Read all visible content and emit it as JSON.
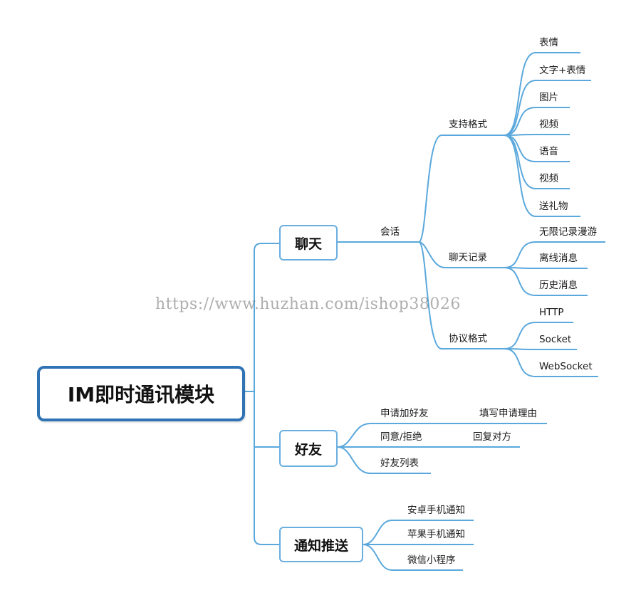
{
  "root": "IM即时通讯模块",
  "watermark": "https://www.huzhan.com/ishop38026",
  "nodes": {
    "chat": "聊天",
    "session": "会话",
    "formats": "支持格式",
    "f_emoji": "表情",
    "f_text_emoji": "文字+表情",
    "f_image": "图片",
    "f_video1": "视频",
    "f_voice": "语音",
    "f_video2": "视频",
    "f_gift": "送礼物",
    "history": "聊天记录",
    "h_roam": "无限记录漫游",
    "h_offline": "离线消息",
    "h_past": "历史消息",
    "protocol": "协议格式",
    "p_http": "HTTP",
    "p_socket": "Socket",
    "p_websocket": "WebSocket",
    "friends": "好友",
    "fr_apply": "申请加好友",
    "fr_apply_reason": "填写申请理由",
    "fr_agree": "同意/拒绝",
    "fr_reply": "回复对方",
    "fr_list": "好友列表",
    "push": "通知推送",
    "pu_android": "安卓手机通知",
    "pu_apple": "苹果手机通知",
    "pu_wechat": "微信小程序"
  },
  "colors": {
    "line": "#5aa8dc",
    "root_border": "#2f73b5",
    "box_border": "#6aaee0"
  }
}
